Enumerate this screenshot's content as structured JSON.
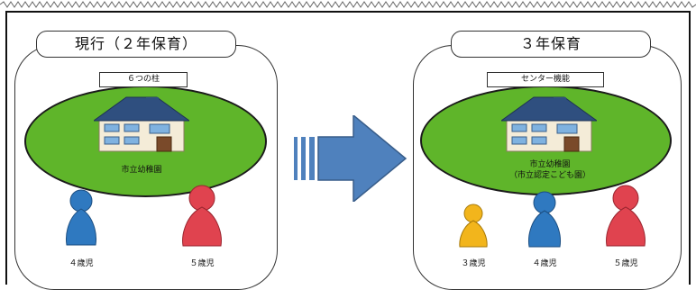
{
  "left_panel": {
    "title": "現行（２年保育）",
    "tag": "６つの柱",
    "kindergarten_name": "市立幼稚園",
    "figures": [
      {
        "label": "４歳児",
        "color": "#2f79c0"
      },
      {
        "label": "５歳児",
        "color": "#e0434f"
      }
    ]
  },
  "right_panel": {
    "title": "３年保育",
    "tag": "センター機能",
    "kindergarten_name": "市立幼稚園",
    "kindergarten_sub": "（市立認定こども園）",
    "figures": [
      {
        "label": "３歳児",
        "color": "#f2b51c"
      },
      {
        "label": "４歳児",
        "color": "#2f79c0"
      },
      {
        "label": "５歳児",
        "color": "#e0434f"
      }
    ]
  },
  "colors": {
    "field": "#5fb52a",
    "arrow": "#4f81bd",
    "house_roof": "#2f4f7f",
    "house_wall": "#f4ecd8"
  },
  "icons": [
    "house-icon",
    "arrow-right-icon",
    "person-figure-icon"
  ]
}
